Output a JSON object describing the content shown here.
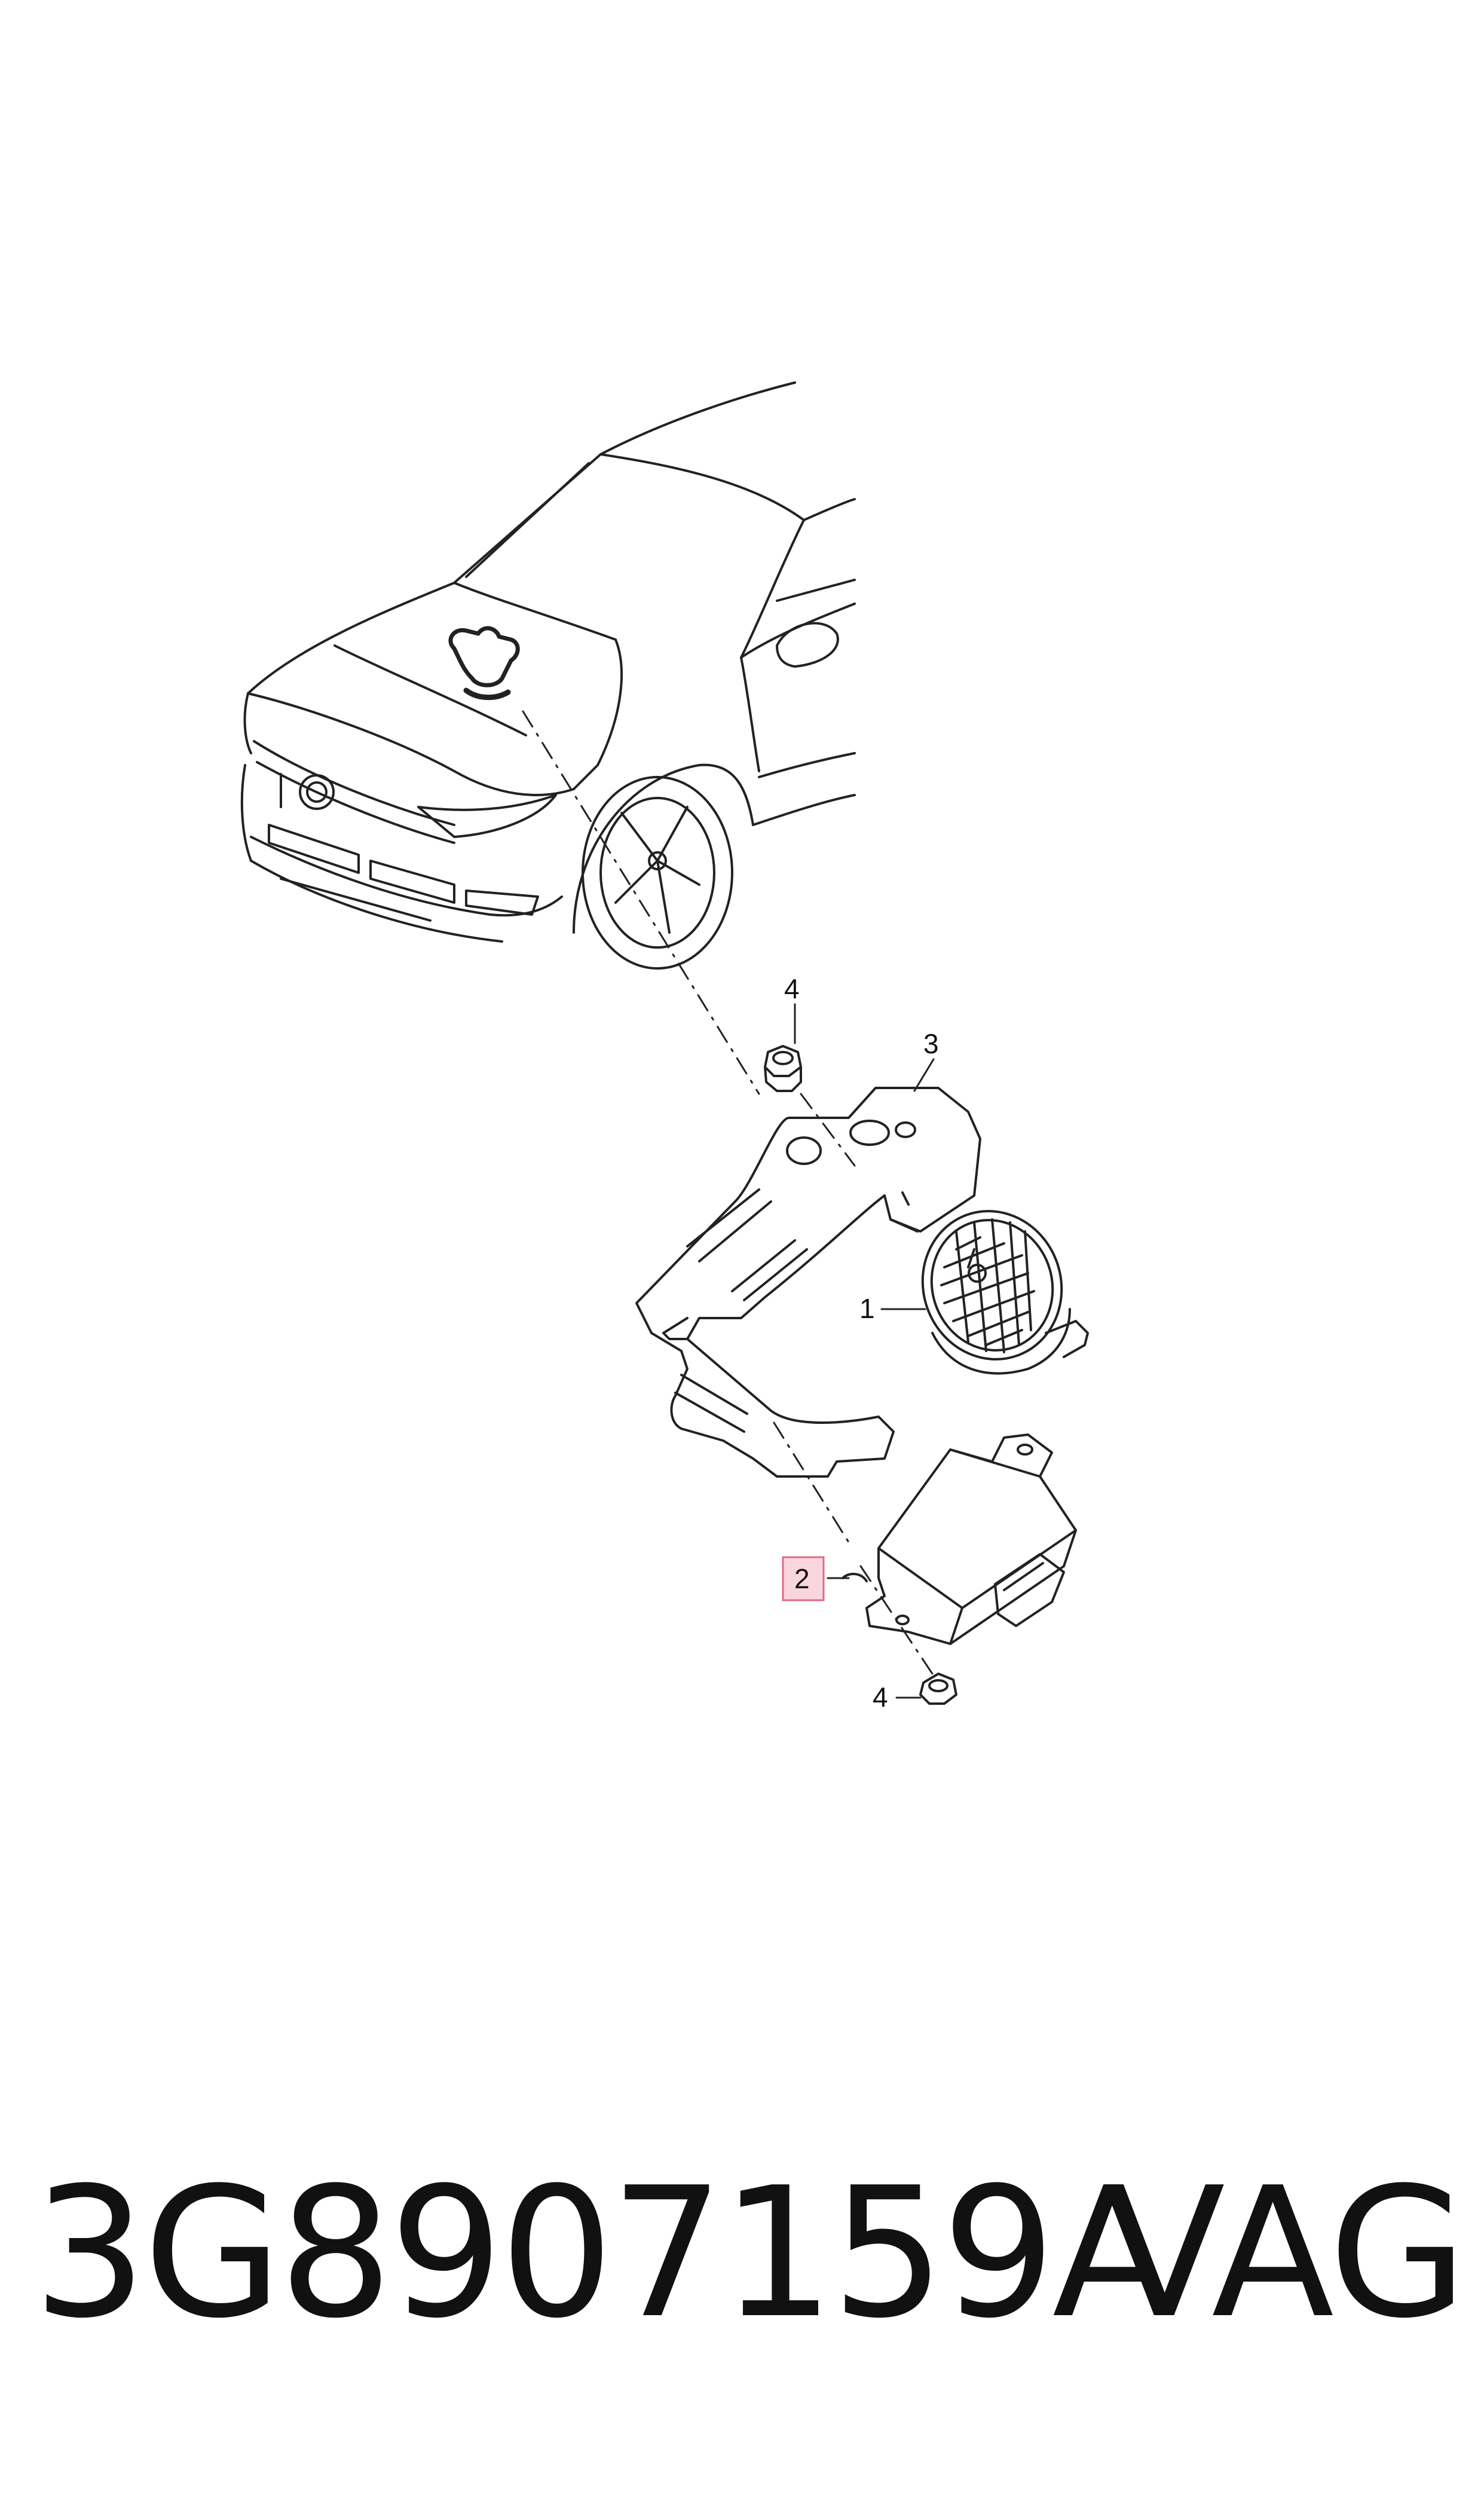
{
  "diagram": {
    "callouts": [
      {
        "id": "1",
        "label": "1"
      },
      {
        "id": "2",
        "label": "2",
        "highlighted": true
      },
      {
        "id": "3",
        "label": "3"
      },
      {
        "id": "4a",
        "label": "4"
      },
      {
        "id": "4b",
        "label": "4"
      }
    ],
    "highlight_color": "#f9d6de",
    "highlight_border": "#e06a86"
  },
  "footer": {
    "part_number": "3G8907159A",
    "brand": "VAG"
  }
}
